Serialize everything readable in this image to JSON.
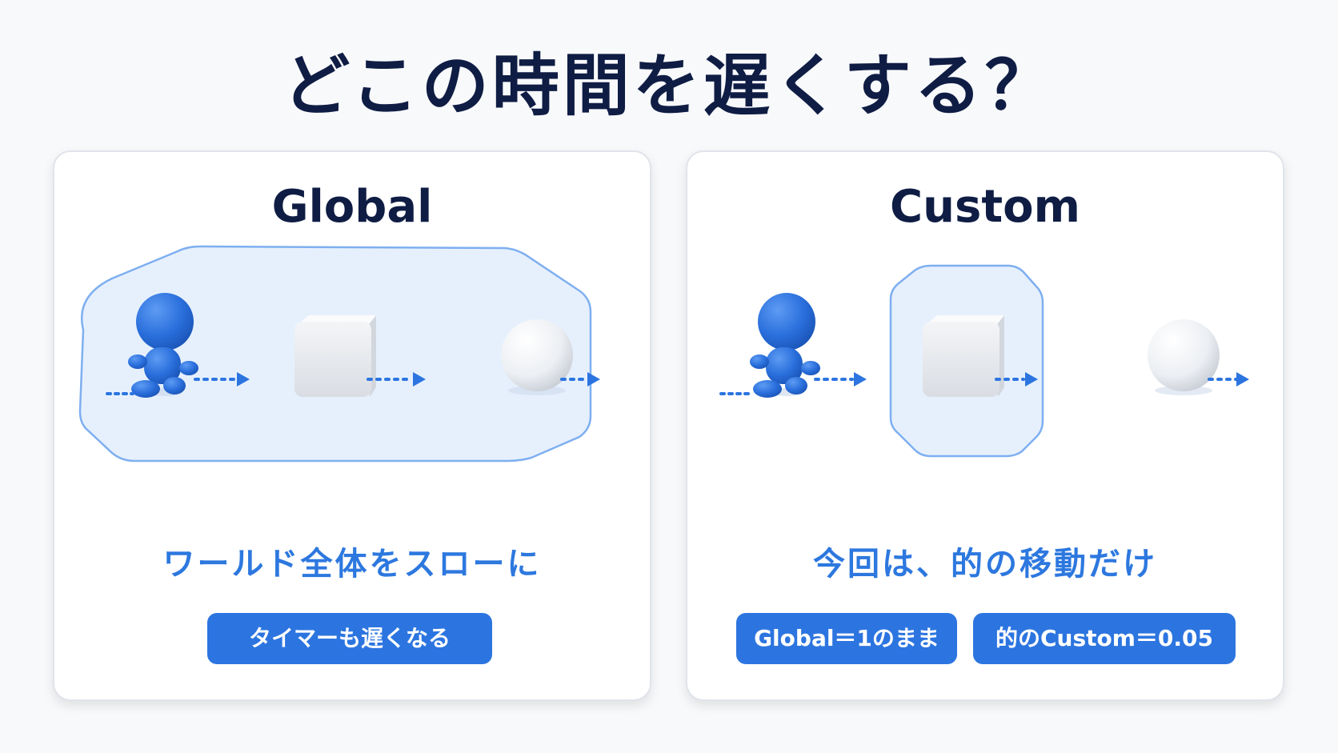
{
  "title": "どこの時間を遅くする？",
  "panels": {
    "global": {
      "heading": "Global",
      "caption": "ワールド全体をスローに",
      "badges": [
        "タイマーも遅くなる"
      ]
    },
    "custom": {
      "heading": "Custom",
      "caption": "今回は、的の移動だけ",
      "badges": [
        "Global＝1のまま",
        "的のCustom＝0.05"
      ]
    }
  },
  "colors": {
    "title": "#0f1d44",
    "accent": "#2c75e0",
    "zone_fill": "#e6f0fd",
    "zone_stroke": "#7eaff0"
  },
  "icons": [
    "character-icon",
    "cube-icon",
    "sphere-icon",
    "arrow-icon"
  ]
}
